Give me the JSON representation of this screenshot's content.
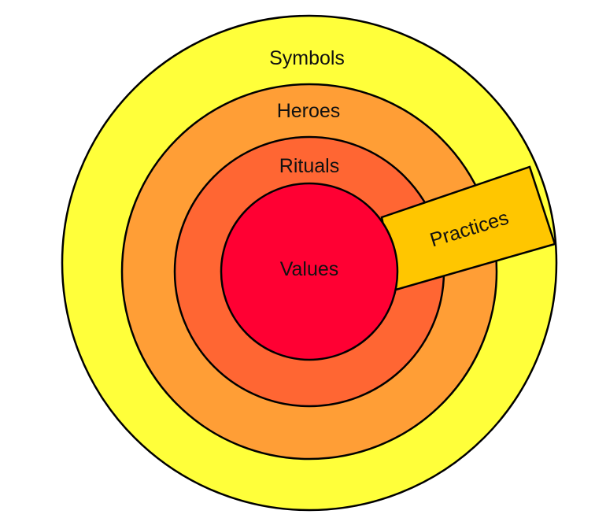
{
  "diagram": {
    "layers": [
      {
        "id": "symbols",
        "label": "Symbols",
        "color": "#FFFF3A"
      },
      {
        "id": "heroes",
        "label": "Heroes",
        "color": "#FF9E36"
      },
      {
        "id": "rituals",
        "label": "Rituals",
        "color": "#FF6633"
      },
      {
        "id": "values",
        "label": "Values",
        "color": "#FF0033"
      }
    ],
    "band": {
      "label": "Practices",
      "color": "#FFC600"
    }
  }
}
